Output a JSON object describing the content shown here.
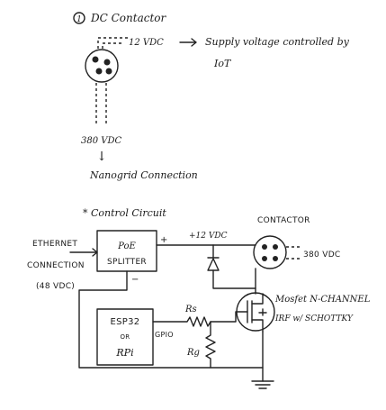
{
  "top": {
    "number": "1",
    "title": "DC Contactor",
    "voltage_coil": "12 VDC",
    "supply_note_line1": "Supply voltage controlled by",
    "supply_note_line2": "IoT",
    "voltage_main": "380 VDC",
    "arrow_down": "↓",
    "nanogrid": "Nanogrid Connection"
  },
  "circuit": {
    "heading": "* Control Circuit",
    "ethernet_line1": "ETHERNET",
    "ethernet_line2": "CONNECTION",
    "ethernet_line3": "(48 VDC)",
    "poe_line1": "PoE",
    "poe_line2": "SPLITTER",
    "plus": "+",
    "minus": "−",
    "v12": "+12 VDC",
    "contactor": "CONTACTOR",
    "v380": "380 VDC",
    "rs": "Rs",
    "gpio": "GPIO",
    "rg": "Rg",
    "mcu_line1": "ESP32",
    "mcu_line2": "OR",
    "mcu_line3": "RPi",
    "mosfet_line1": "Mosfet N-CHANNEL",
    "mosfet_line2": "IRF w/ SCHOTTKY"
  }
}
